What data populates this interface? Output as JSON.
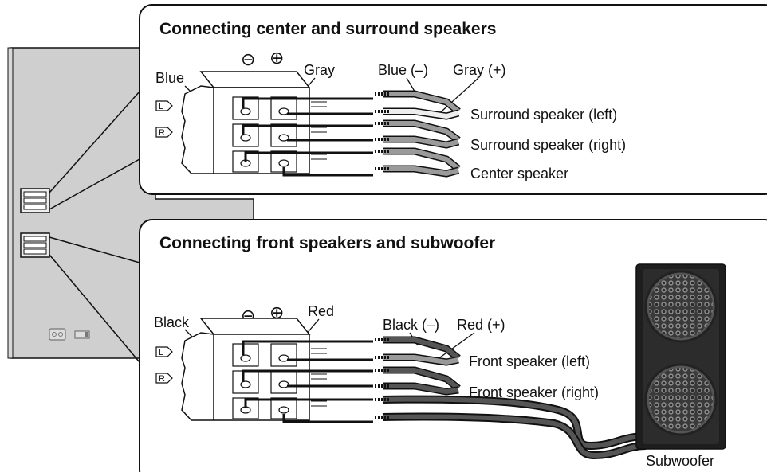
{
  "top_panel": {
    "title": "Connecting center and surround speakers",
    "terminal_labels": {
      "minus": "⊖",
      "plus": "⊕",
      "left_color": "Blue",
      "right_color": "Gray",
      "row_l": "L",
      "row_r": "R"
    },
    "wire_labels": {
      "minus": "Blue (–)",
      "plus": "Gray (+)"
    },
    "speakers": [
      "Surround speaker (left)",
      "Surround speaker (right)",
      "Center speaker"
    ]
  },
  "bottom_panel": {
    "title": "Connecting front speakers and subwoofer",
    "terminal_labels": {
      "minus": "⊖",
      "plus": "⊕",
      "left_color": "Black",
      "right_color": "Red",
      "row_l": "L",
      "row_r": "R"
    },
    "wire_labels": {
      "minus": "Black (–)",
      "plus": "Red (+)"
    },
    "speakers": [
      "Front speaker (left)",
      "Front speaker (right)"
    ],
    "subwoofer": "Subwoofer"
  },
  "colors": {
    "panel_gray": "#cfcfcf",
    "outline": "#111111",
    "wire_gray": "#9a9a9a",
    "wire_dark": "#555555"
  }
}
